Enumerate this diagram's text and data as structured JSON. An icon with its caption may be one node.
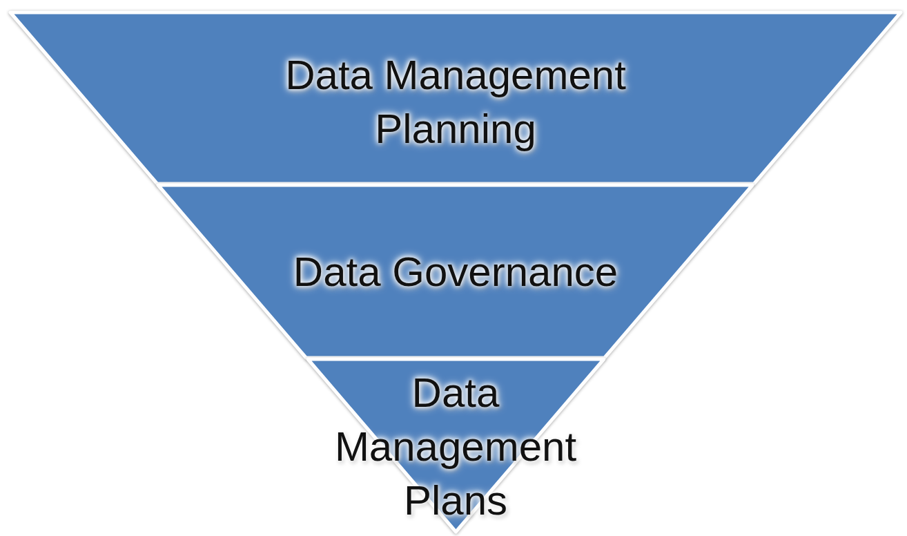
{
  "diagram": {
    "nodes": [
      {
        "text": [
          "Data Management Planning"
        ]
      },
      {
        "text": [
          "Data Governance"
        ]
      },
      {
        "text": [
          "Data Management Plans"
        ]
      }
    ]
  }
}
